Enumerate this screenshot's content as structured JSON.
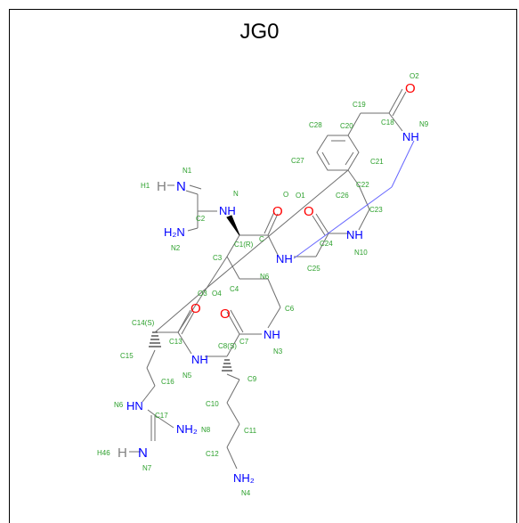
{
  "title": "JG0",
  "colors": {
    "bond": "#6e6e6e",
    "carbon": "#2ca02c",
    "nitrogen": "#0000ff",
    "oxygen": "#ff0000",
    "hydrogen": "#808080",
    "link": "#6666ff"
  },
  "atoms": {
    "O2": "O",
    "O2_lbl": "O2",
    "C19": "C19",
    "C18": "C18",
    "N9": "NH",
    "N9_lbl": "N9",
    "C28": "C28",
    "C20": "C20",
    "C27": "C27",
    "C21": "C21",
    "C22": "C22",
    "C26": "C26",
    "C23": "C23",
    "O_top": "O",
    "O1": "O1",
    "O_c24": "O",
    "C24": "C24",
    "N10": "NH",
    "N10_lbl": "N10",
    "C25": "C25",
    "H1_sym": "H",
    "H1": "H1",
    "N1_sym": "N",
    "N1": "N1",
    "N_amine": "NH",
    "N_lbl": "N",
    "C2": "C2",
    "N2_sym": "H₂N",
    "N2": "N2",
    "C1": "C1(R)",
    "C_lbl": "C",
    "N_mid": "NH",
    "C3": "C3",
    "C4": "C4",
    "N6b": "N6",
    "O3": "O3",
    "O4": "O4",
    "C14": "C14(S)",
    "O_c13": "O",
    "O_c7": "O",
    "C6": "C6",
    "C13": "C13",
    "C8": "C8(S)",
    "C7": "C7",
    "N3_sym": "NH",
    "N3": "N3",
    "C15": "C15",
    "N5_sym": "NH",
    "N5": "N5",
    "C9": "C9",
    "C16": "C16",
    "N6_lbl": "N6",
    "N6_sym": "HN",
    "C10": "C10",
    "C17": "C17",
    "N8_sym": "NH₂",
    "N8": "N8",
    "C11": "C11",
    "H46": "H46",
    "H46_sym": "H",
    "N7_sym": "N",
    "N7": "N7",
    "C12": "C12",
    "N4_sym": "NH₂",
    "N4": "N4"
  }
}
